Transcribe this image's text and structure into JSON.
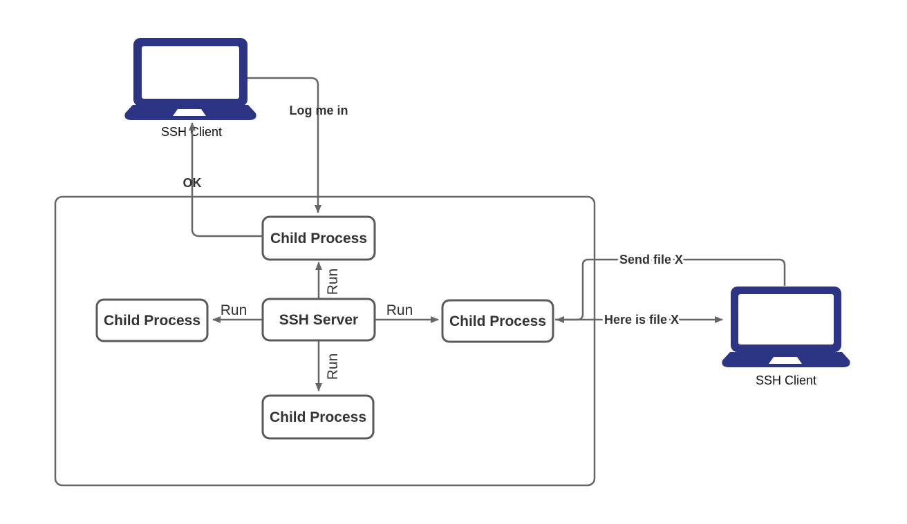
{
  "colors": {
    "line": "#666666",
    "node_border": "#595959",
    "text": "#333333",
    "laptop": "#2b3583",
    "background": "#ffffff"
  },
  "nodes": {
    "ssh_server": {
      "label": "SSH Server"
    },
    "child_top": {
      "label": "Child Process"
    },
    "child_left": {
      "label": "Child Process"
    },
    "child_right": {
      "label": "Child Process"
    },
    "child_bottom": {
      "label": "Child Process"
    }
  },
  "clients": {
    "left": {
      "label": "SSH Client"
    },
    "right": {
      "label": "SSH Client"
    }
  },
  "edges": {
    "log_me_in": {
      "label": "Log me in"
    },
    "ok": {
      "label": "OK"
    },
    "run_up": {
      "label": "Run"
    },
    "run_left": {
      "label": "Run"
    },
    "run_right": {
      "label": "Run"
    },
    "run_down": {
      "label": "Run"
    },
    "send_file": {
      "label": "Send file X"
    },
    "here_is_file": {
      "label": "Here is file X"
    }
  }
}
